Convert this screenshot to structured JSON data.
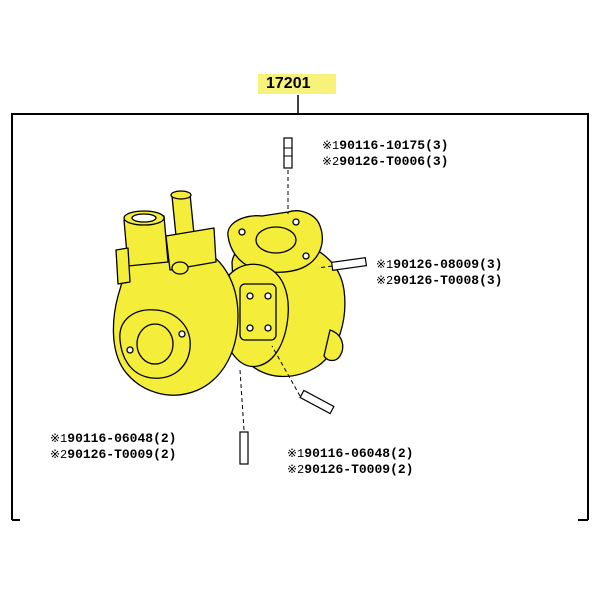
{
  "diagram": {
    "assembly_number": "17201",
    "colors": {
      "part_fill": "#f4ee3a",
      "line": "#000000",
      "highlight": "#f7f27a"
    },
    "callouts": [
      {
        "id": "top-stud",
        "line1_mark": "※1",
        "line1_text": "90116-10175(3)",
        "line2_mark": "※2",
        "line2_text": "90126-T0006(3)"
      },
      {
        "id": "right-stud",
        "line1_mark": "※1",
        "line1_text": "90126-08009(3)",
        "line2_mark": "※2",
        "line2_text": "90126-T0008(3)"
      },
      {
        "id": "left-stud",
        "line1_mark": "※1",
        "line1_text": "90116-06048(2)",
        "line2_mark": "※2",
        "line2_text": "90126-T0009(2)"
      },
      {
        "id": "bottom-stud",
        "line1_mark": "※1",
        "line1_text": "90116-06048(2)",
        "line2_mark": "※2",
        "line2_text": "90126-T0009(2)"
      }
    ]
  }
}
